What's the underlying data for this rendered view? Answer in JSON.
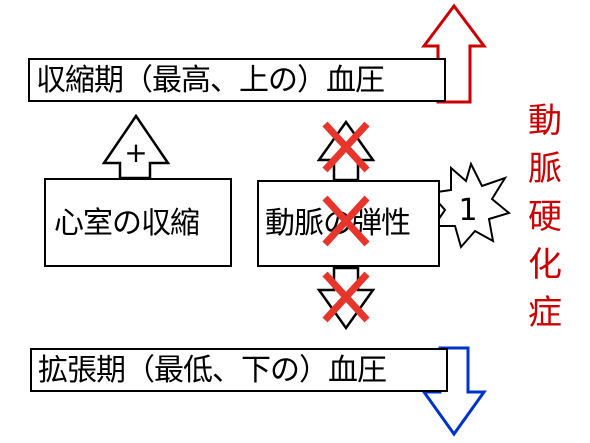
{
  "systolic_label": "収縮期（最高、上の）血圧",
  "diastolic_label": "拡張期（最低、下の）血圧",
  "ventricle_label": "心室の収縮",
  "elasticity_label": "動脈の弾性",
  "plus_sign": "+",
  "burst_number": "1",
  "side_label_chars": [
    "動",
    "脈",
    "硬",
    "化",
    "症"
  ],
  "colors": {
    "up_arrow": "#cc0000",
    "down_arrow": "#0033cc",
    "cross": "#e8352b",
    "side_text": "#cc0000"
  },
  "icons": {
    "up_arrow": "up-arrow-icon",
    "down_arrow": "down-arrow-icon",
    "burst": "burst-icon",
    "cross": "cross-icon"
  }
}
